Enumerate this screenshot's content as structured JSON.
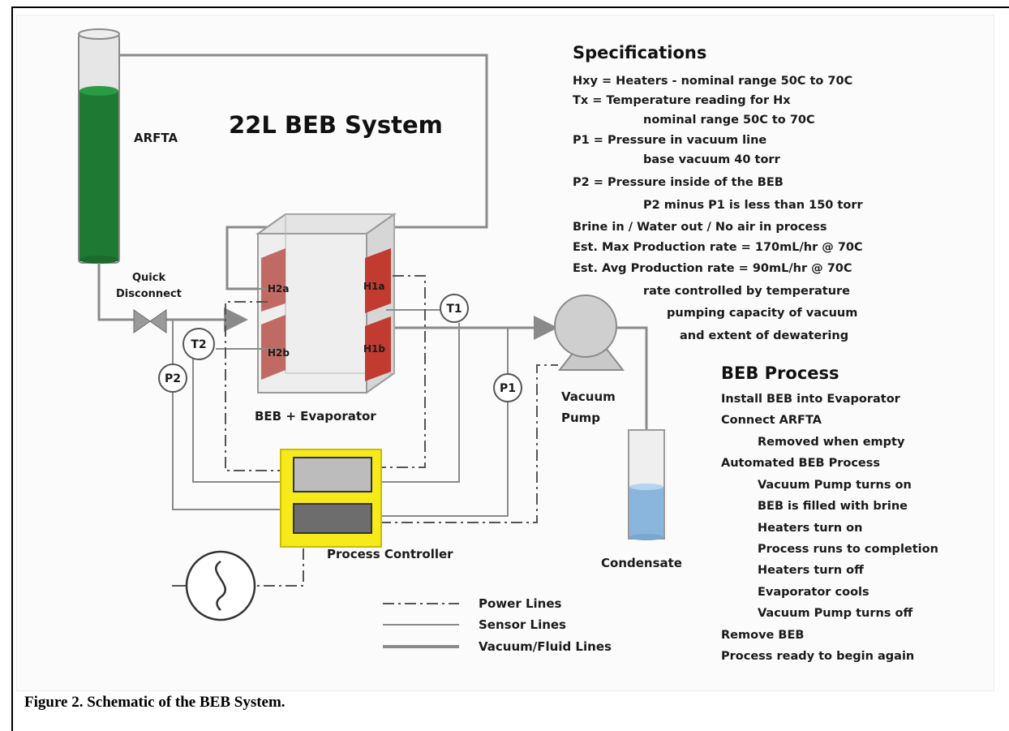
{
  "title": "22L BEB System",
  "labels": {
    "arfta": "ARFTA",
    "quick": "Quick",
    "disconnect": "Disconnect",
    "beb_evaporator": "BEB + Evaporator",
    "vacuum": "Vacuum",
    "pump": "Pump",
    "condensate": "Condensate",
    "process_controller": "Process Controller",
    "h2a": "H2a",
    "h2b": "H2b",
    "h1a": "H1a",
    "h1b": "H1b",
    "t1": "T1",
    "t2": "T2",
    "p1": "P1",
    "p2": "P2"
  },
  "specifications": {
    "heading": "Specifications",
    "lines": [
      "Hxy  = Heaters - nominal range 50C to 70C",
      "Tx    = Temperature reading for Hx",
      "nominal range 50C to 70C",
      "P1    = Pressure in vacuum line",
      "base vacuum 40 torr",
      "P2    = Pressure inside of the BEB",
      "P2 minus P1 is less than 150 torr",
      "Brine in / Water out / No air in process",
      "Est. Max Production rate = 170mL/hr @ 70C",
      "Est. Avg Production rate = 90mL/hr @ 70C",
      "rate controlled by temperature",
      "pumping capacity of vacuum",
      "and extent of dewatering"
    ]
  },
  "process": {
    "heading": "BEB Process",
    "lines": [
      "Install BEB into Evaporator",
      "Connect ARFTA",
      "Removed when empty",
      "Automated BEB Process",
      "Vacuum Pump turns on",
      "BEB is filled with brine",
      "Heaters turn on",
      "Process runs to completion",
      "Heaters turn off",
      "Evaporator cools",
      "Vacuum Pump turns off",
      "Remove BEB",
      "Process ready to begin again"
    ]
  },
  "legend": {
    "power": "Power Lines",
    "sensor": "Sensor Lines",
    "fluid": "Vacuum/Fluid Lines"
  },
  "caption": "Figure 2. Schematic of the BEB System.",
  "colors": {
    "line": "#8a8a8a",
    "tank_fill": "#1e7a32",
    "heater": "#c0392b",
    "controller": "#f6ea1a",
    "condensate": "#8ab6dd"
  }
}
